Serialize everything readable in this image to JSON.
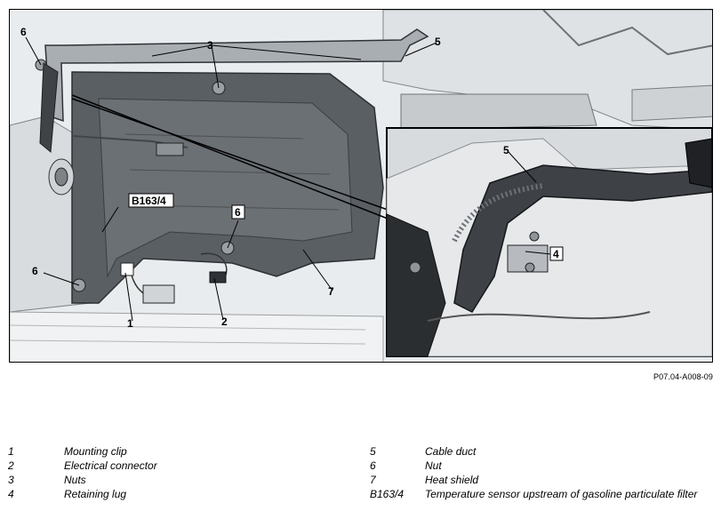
{
  "figure": {
    "callouts": {
      "c1": "1",
      "c2": "2",
      "c3": "3",
      "c4": "4",
      "c5": "5",
      "c5_inset": "5",
      "c6_top": "6",
      "c6_mid": "6",
      "c6_left": "6",
      "c7": "7",
      "c_b163": "B163/4"
    },
    "reference_code": "P07.04-A008-09"
  },
  "legend": {
    "left": [
      {
        "key": "1",
        "value": "Mounting clip"
      },
      {
        "key": "2",
        "value": "Electrical connector"
      },
      {
        "key": "3",
        "value": "Nuts"
      },
      {
        "key": "4",
        "value": "Retaining lug"
      }
    ],
    "right": [
      {
        "key": "5",
        "value": "Cable duct"
      },
      {
        "key": "6",
        "value": "Nut"
      },
      {
        "key": "7",
        "value": "Heat shield"
      },
      {
        "key": "B163/4",
        "value": "Temperature sensor upstream of gasoline particulate filter"
      }
    ]
  }
}
